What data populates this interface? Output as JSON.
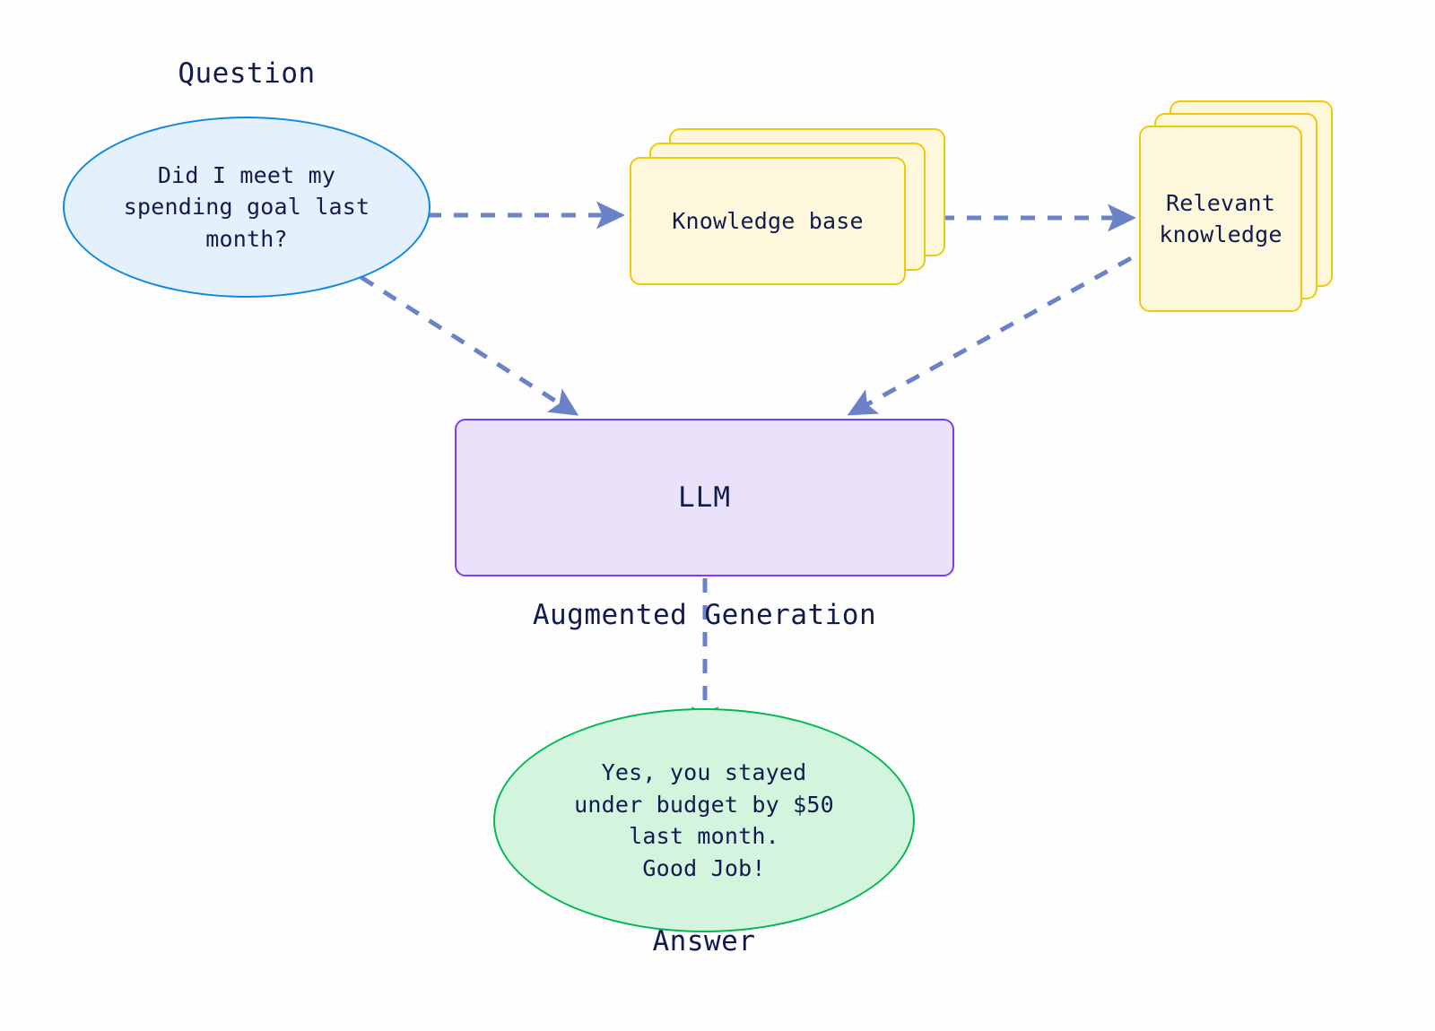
{
  "diagram": {
    "title": "Retrieval Augmented Generation flow",
    "background_color": "#fdfdfe",
    "text_color": "#111b4d",
    "edge_color": "#6b83c6"
  },
  "nodes": {
    "question": {
      "caption": "Question",
      "text": "Did I meet my\nspending goal last\nmonth?",
      "shape": "ellipse",
      "fill": "#e4f1fd",
      "stroke": "#1089e0"
    },
    "knowledge_base": {
      "text": "Knowledge base",
      "shape": "card-stack",
      "card_count": 3,
      "fill": "#fdf8dc",
      "stroke": "#f0c90b"
    },
    "relevant_knowledge": {
      "text": "Relevant\nknowledge",
      "shape": "card-stack",
      "card_count": 3,
      "fill": "#fdf8dc",
      "stroke": "#f0c90b"
    },
    "llm": {
      "text": "LLM",
      "shape": "rounded-rect",
      "fill": "#eae2fb",
      "stroke": "#7c3dfb"
    },
    "augmented_generation": {
      "caption": "Augmented Generation"
    },
    "answer": {
      "caption": "Answer",
      "text": "Yes, you stayed\nunder budget by $50\nlast month.\nGood Job!",
      "shape": "ellipse",
      "fill": "#d3f5de",
      "stroke": "#05b755"
    }
  },
  "edges": [
    {
      "name": "question-to-knowledge-base",
      "from": "question",
      "to": "knowledge_base",
      "style": "dashed",
      "label": ""
    },
    {
      "name": "knowledge-base-to-relevant",
      "from": "knowledge_base",
      "to": "relevant_knowledge",
      "style": "dashed",
      "label": ""
    },
    {
      "name": "question-to-llm",
      "from": "question",
      "to": "llm",
      "style": "dashed",
      "label": ""
    },
    {
      "name": "relevant-knowledge-to-llm",
      "from": "relevant_knowledge",
      "to": "llm",
      "style": "dashed",
      "label": ""
    },
    {
      "name": "llm-to-answer",
      "from": "llm",
      "to": "answer",
      "style": "dashed",
      "label": "Augmented Generation"
    }
  ]
}
